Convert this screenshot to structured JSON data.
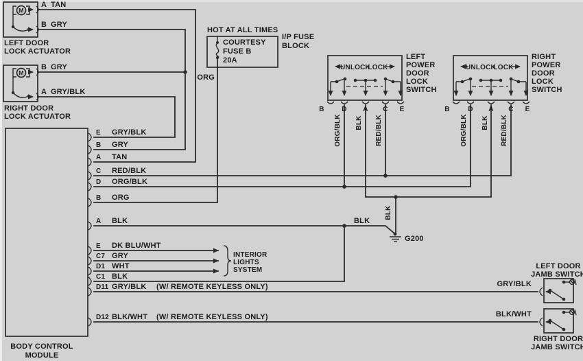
{
  "colors": {
    "background": "#d2d2d2",
    "line": "#2b2b2b",
    "text": "#1c1c1c"
  },
  "left_actuator": {
    "motor": "M",
    "pin_a": "A",
    "wire_a": "TAN",
    "pin_b": "B",
    "wire_b": "GRY",
    "label1": "LEFT DOOR",
    "label2": "LOCK ACTUATOR"
  },
  "right_actuator": {
    "motor": "M",
    "pin_b": "B",
    "wire_b": "GRY",
    "pin_a": "A",
    "wire_a": "GRY/BLK",
    "label1": "RIGHT DOOR",
    "label2": "LOCK ACTUATOR"
  },
  "fuse": {
    "hot": "HOT AT ALL TIMES",
    "name1": "COURTESY",
    "name2": "FUSE B",
    "rating": "20A",
    "block1": "I/P FUSE",
    "block2": "BLOCK",
    "wire": "ORG"
  },
  "left_switch": {
    "labels": [
      "LEFT",
      "POWER",
      "DOOR",
      "LOCK",
      "SWITCH"
    ],
    "unlock": "UNLOCK",
    "lock": "LOCK",
    "terminals": [
      "B",
      "D",
      "A",
      "C",
      "E"
    ],
    "wire_d": "ORG/BLK",
    "wire_a": "BLK",
    "wire_c": "RED/BLK"
  },
  "right_switch": {
    "labels": [
      "RIGHT",
      "POWER",
      "DOOR",
      "LOCK",
      "SWITCH"
    ],
    "unlock": "UNLOCK",
    "lock": "LOCK",
    "terminals": [
      "B",
      "D",
      "A",
      "C",
      "E"
    ],
    "wire_d": "ORG/BLK",
    "wire_a": "BLK",
    "wire_c": "RED/BLK"
  },
  "bcm": {
    "label1": "BODY CONTROL",
    "label2": "MODULE",
    "pins": [
      {
        "pin": "E",
        "color": "GRY/BLK"
      },
      {
        "pin": "B",
        "color": "GRY"
      },
      {
        "pin": "A",
        "color": "TAN"
      },
      {
        "pin": "C",
        "color": "RED/BLK"
      },
      {
        "pin": "D",
        "color": "ORG/BLK"
      },
      {
        "pin": "B",
        "color": "ORG"
      },
      {
        "pin": "A",
        "color": "BLK"
      },
      {
        "pin": "E",
        "color": "DK BLU/WHT"
      },
      {
        "pin": "C7",
        "color": "GRY"
      },
      {
        "pin": "D1",
        "color": "WHT"
      },
      {
        "pin": "C1",
        "color": "BLK"
      },
      {
        "pin": "D11",
        "color": "GRY/BLK",
        "note": "(W/ REMOTE KEYLESS ONLY)"
      },
      {
        "pin": "D12",
        "color": "BLK/WHT",
        "note": "(W/ REMOTE KEYLESS ONLY)"
      }
    ]
  },
  "interior_lights": {
    "line1": "INTERIOR",
    "line2": "LIGHTS",
    "line3": "SYSTEM"
  },
  "ground": {
    "label_h": "BLK",
    "label_v": "BLK",
    "name": "G200"
  },
  "left_jamb": {
    "wire": "GRY/BLK",
    "label1": "LEFT DOOR",
    "label2": "JAMB SWITCH"
  },
  "right_jamb": {
    "wire": "BLK/WHT",
    "label1": "RIGHT DOOR",
    "label2": "JAMB SWITCH"
  }
}
